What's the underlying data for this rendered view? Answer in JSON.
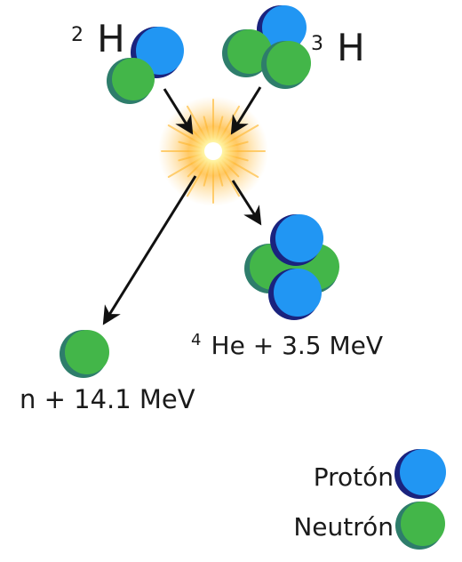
{
  "deuterium": {
    "sup": "2",
    "symbol": "H"
  },
  "tritium": {
    "sup": "3",
    "symbol": "H"
  },
  "helium": {
    "sup": "4",
    "rest": "He + 3.5 MeV"
  },
  "neutron_out": {
    "label": "n + 14.1 MeV"
  },
  "legend": {
    "proton": "Protón",
    "neutron": "Neutrón"
  },
  "colors": {
    "proton": "#2196f3",
    "proton_shadow": "#1a237e",
    "neutron": "#43b649",
    "neutron_shadow": "#2e7d6b",
    "flash": "#ffb733",
    "arrow": "#111111"
  }
}
